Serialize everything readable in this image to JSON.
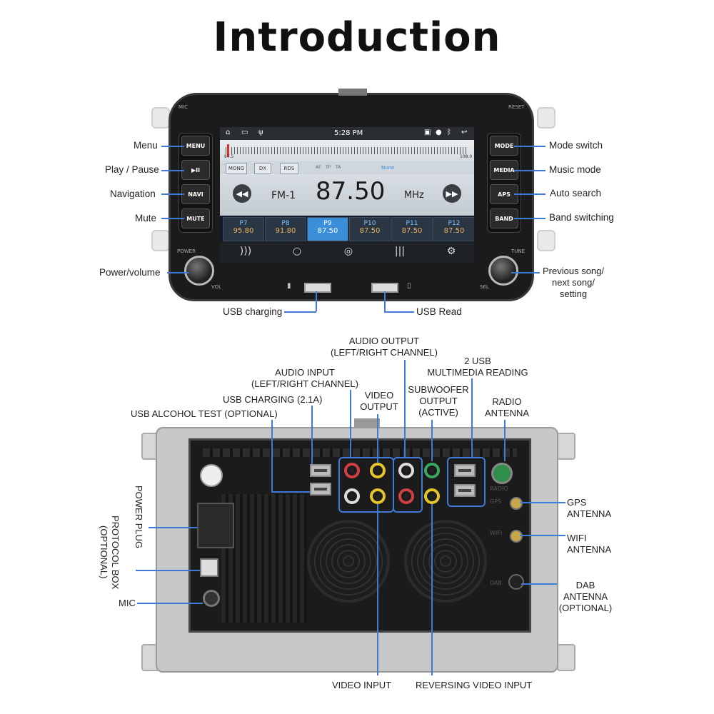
{
  "title": "Introduction",
  "front": {
    "top_labels": {
      "mic": "MIC",
      "reset": "RESET"
    },
    "knob_labels": {
      "power": "POWER",
      "vol": "VOL",
      "tune": "TUNE",
      "sel": "SEL"
    },
    "buttons_left": [
      "MENU",
      "▶II",
      "NAVI",
      "MUTE"
    ],
    "buttons_right": [
      "MODE",
      "MEDIA",
      "APS",
      "BAND"
    ],
    "screen": {
      "time": "5:28 PM",
      "freq_min": "87.5",
      "freq_max": "108.0",
      "chips": [
        "MONO",
        "DX",
        "RDS"
      ],
      "flags": [
        "AF",
        "TP",
        "TA"
      ],
      "none_label": "None",
      "band": "FM-1",
      "frequency": "87.50",
      "unit": "MHz",
      "presets": [
        {
          "name": "P7",
          "freq": "95.80"
        },
        {
          "name": "P8",
          "freq": "91.80"
        },
        {
          "name": "P9",
          "freq": "87.50"
        },
        {
          "name": "P10",
          "freq": "87.50"
        },
        {
          "name": "P11",
          "freq": "87.50"
        },
        {
          "name": "P12",
          "freq": "87.50"
        }
      ],
      "active_preset": "P9"
    },
    "callouts_left": [
      "Menu",
      "Play / Pause",
      "Navigation",
      "Mute",
      "Power/volume"
    ],
    "callouts_right": [
      "Mode switch",
      "Music mode",
      "Auto search",
      "Band switching"
    ],
    "callout_knob_right": [
      "Previous song/",
      "next song/",
      "setting"
    ],
    "usb_charging": "USB charging",
    "usb_read": "USB Read"
  },
  "back": {
    "audio_output": [
      "AUDIO OUTPUT",
      "(LEFT/RIGHT CHANNEL)"
    ],
    "two_usb": [
      "2 USB",
      "MULTIMEDIA READING"
    ],
    "audio_input": [
      "AUDIO INPUT",
      "(LEFT/RIGHT CHANNEL)"
    ],
    "video_output": [
      "VIDEO",
      "OUTPUT"
    ],
    "subwoofer": [
      "SUBWOOFER",
      "OUTPUT",
      "(ACTIVE)"
    ],
    "radio_antenna": [
      "RADIO",
      "ANTENNA"
    ],
    "usb_charging": "USB CHARGING (2.1A)",
    "usb_alcohol": "USB ALCOHOL TEST (OPTIONAL)",
    "power_plug": "POWER PLUG",
    "protocol_box": [
      "PROTOCOL BOX",
      "(OPTIONAL)"
    ],
    "mic": "MIC",
    "gps": [
      "GPS",
      "ANTENNA"
    ],
    "wifi": [
      "WIFI",
      "ANTENNA"
    ],
    "dab": [
      "DAB",
      "ANTENNA",
      "(OPTIONAL)"
    ],
    "video_input": "VIDEO INPUT",
    "reversing_video_input": "REVERSING VIDEO INPUT",
    "port_marks": [
      "RADIO",
      "GPS",
      "WIFI",
      "DAB"
    ]
  },
  "colors": {
    "accent_line": "#3e7ad6",
    "active_preset": "#3a8fd8",
    "preset_freq": "#f0b35a"
  }
}
